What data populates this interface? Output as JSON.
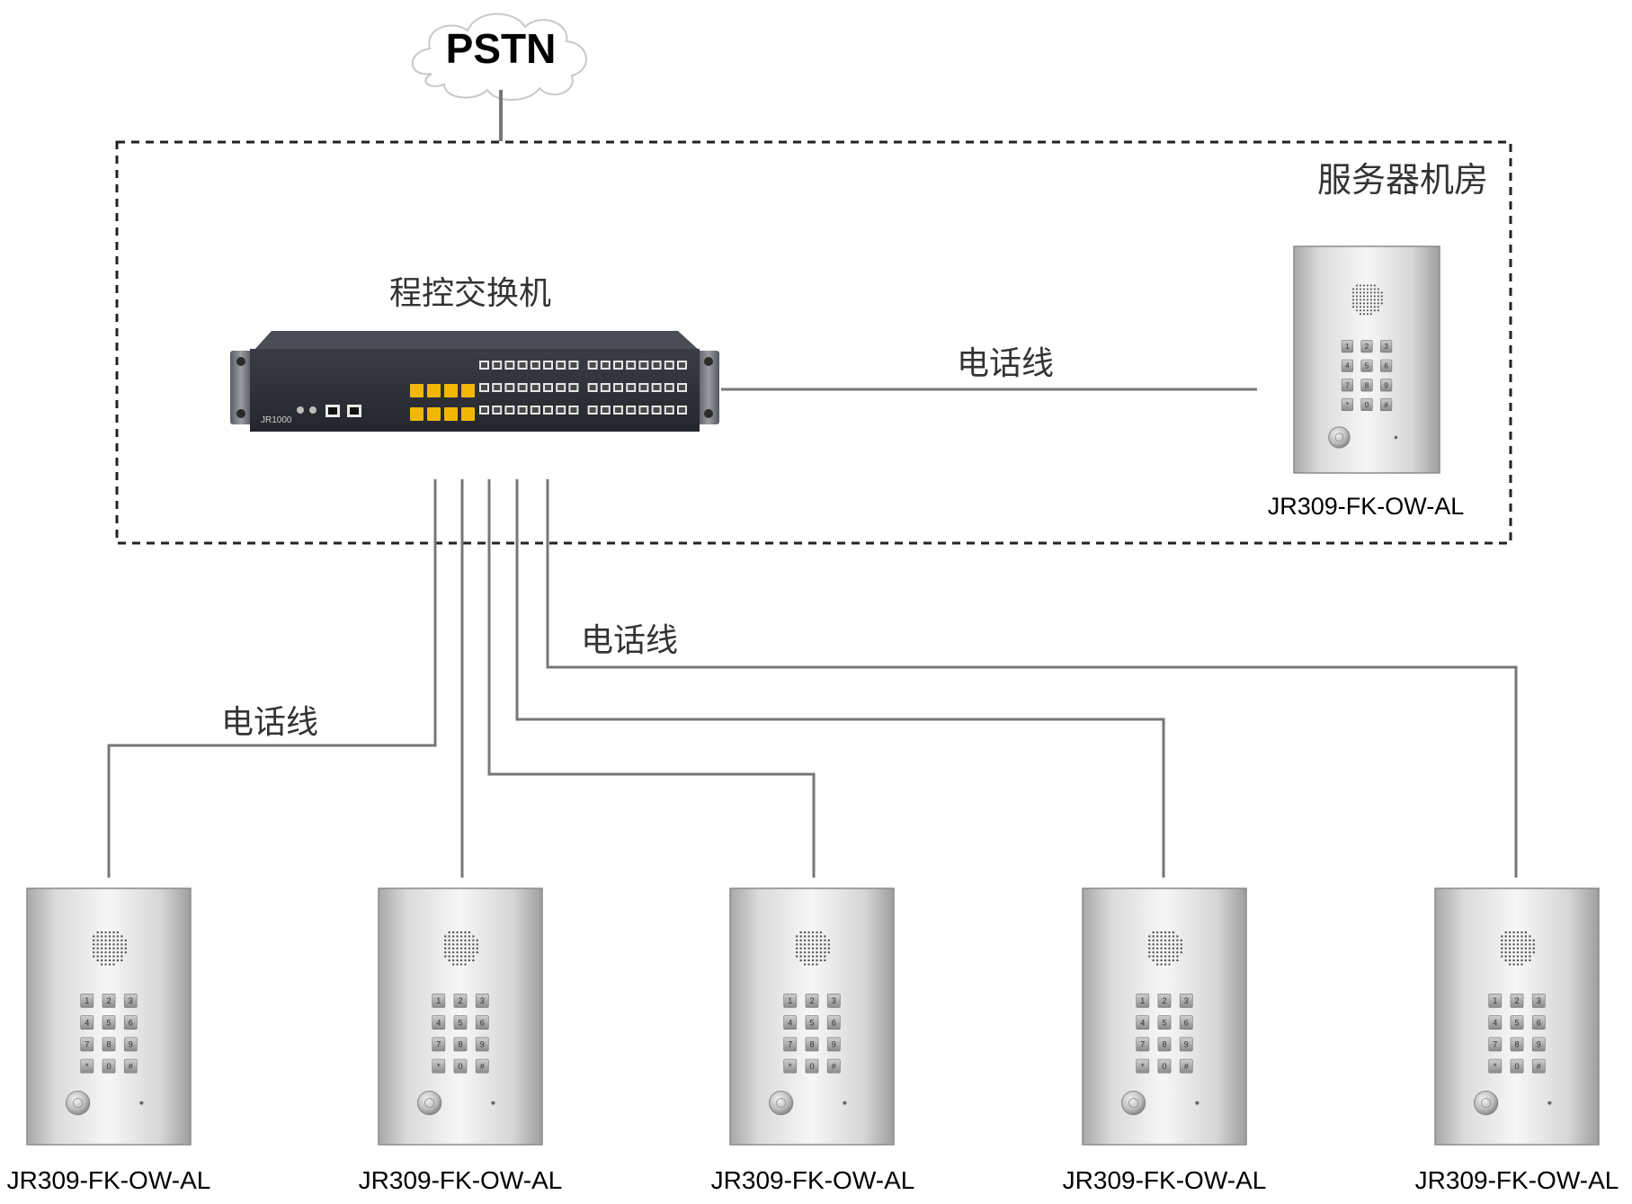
{
  "cloud": {
    "label": "PSTN"
  },
  "room": {
    "label": "服务器机房"
  },
  "switch": {
    "label": "程控交换机",
    "model": "JR1000",
    "ports_per_row": 16,
    "trunk_ports": 4
  },
  "lines": {
    "room_line_label": "电话线",
    "left_line_label": "电话线",
    "right_line_label": "电话线"
  },
  "phones": {
    "room_phone": {
      "model": "JR309-FK-OW-AL"
    },
    "field": [
      {
        "model": "JR309-FK-OW-AL"
      },
      {
        "model": "JR309-FK-OW-AL"
      },
      {
        "model": "JR309-FK-OW-AL"
      },
      {
        "model": "JR309-FK-OW-AL"
      },
      {
        "model": "JR309-FK-OW-AL"
      }
    ],
    "keys": [
      "1",
      "2",
      "3",
      "4",
      "5",
      "6",
      "7",
      "8",
      "9",
      "*",
      "0",
      "#"
    ]
  },
  "colors": {
    "line": "#777777",
    "border": "#222222",
    "panel_light": "#f4f4f4",
    "panel_dark": "#a9a9a9",
    "switch_body": "#2d2f36",
    "trunk_port": "#f2b705"
  }
}
